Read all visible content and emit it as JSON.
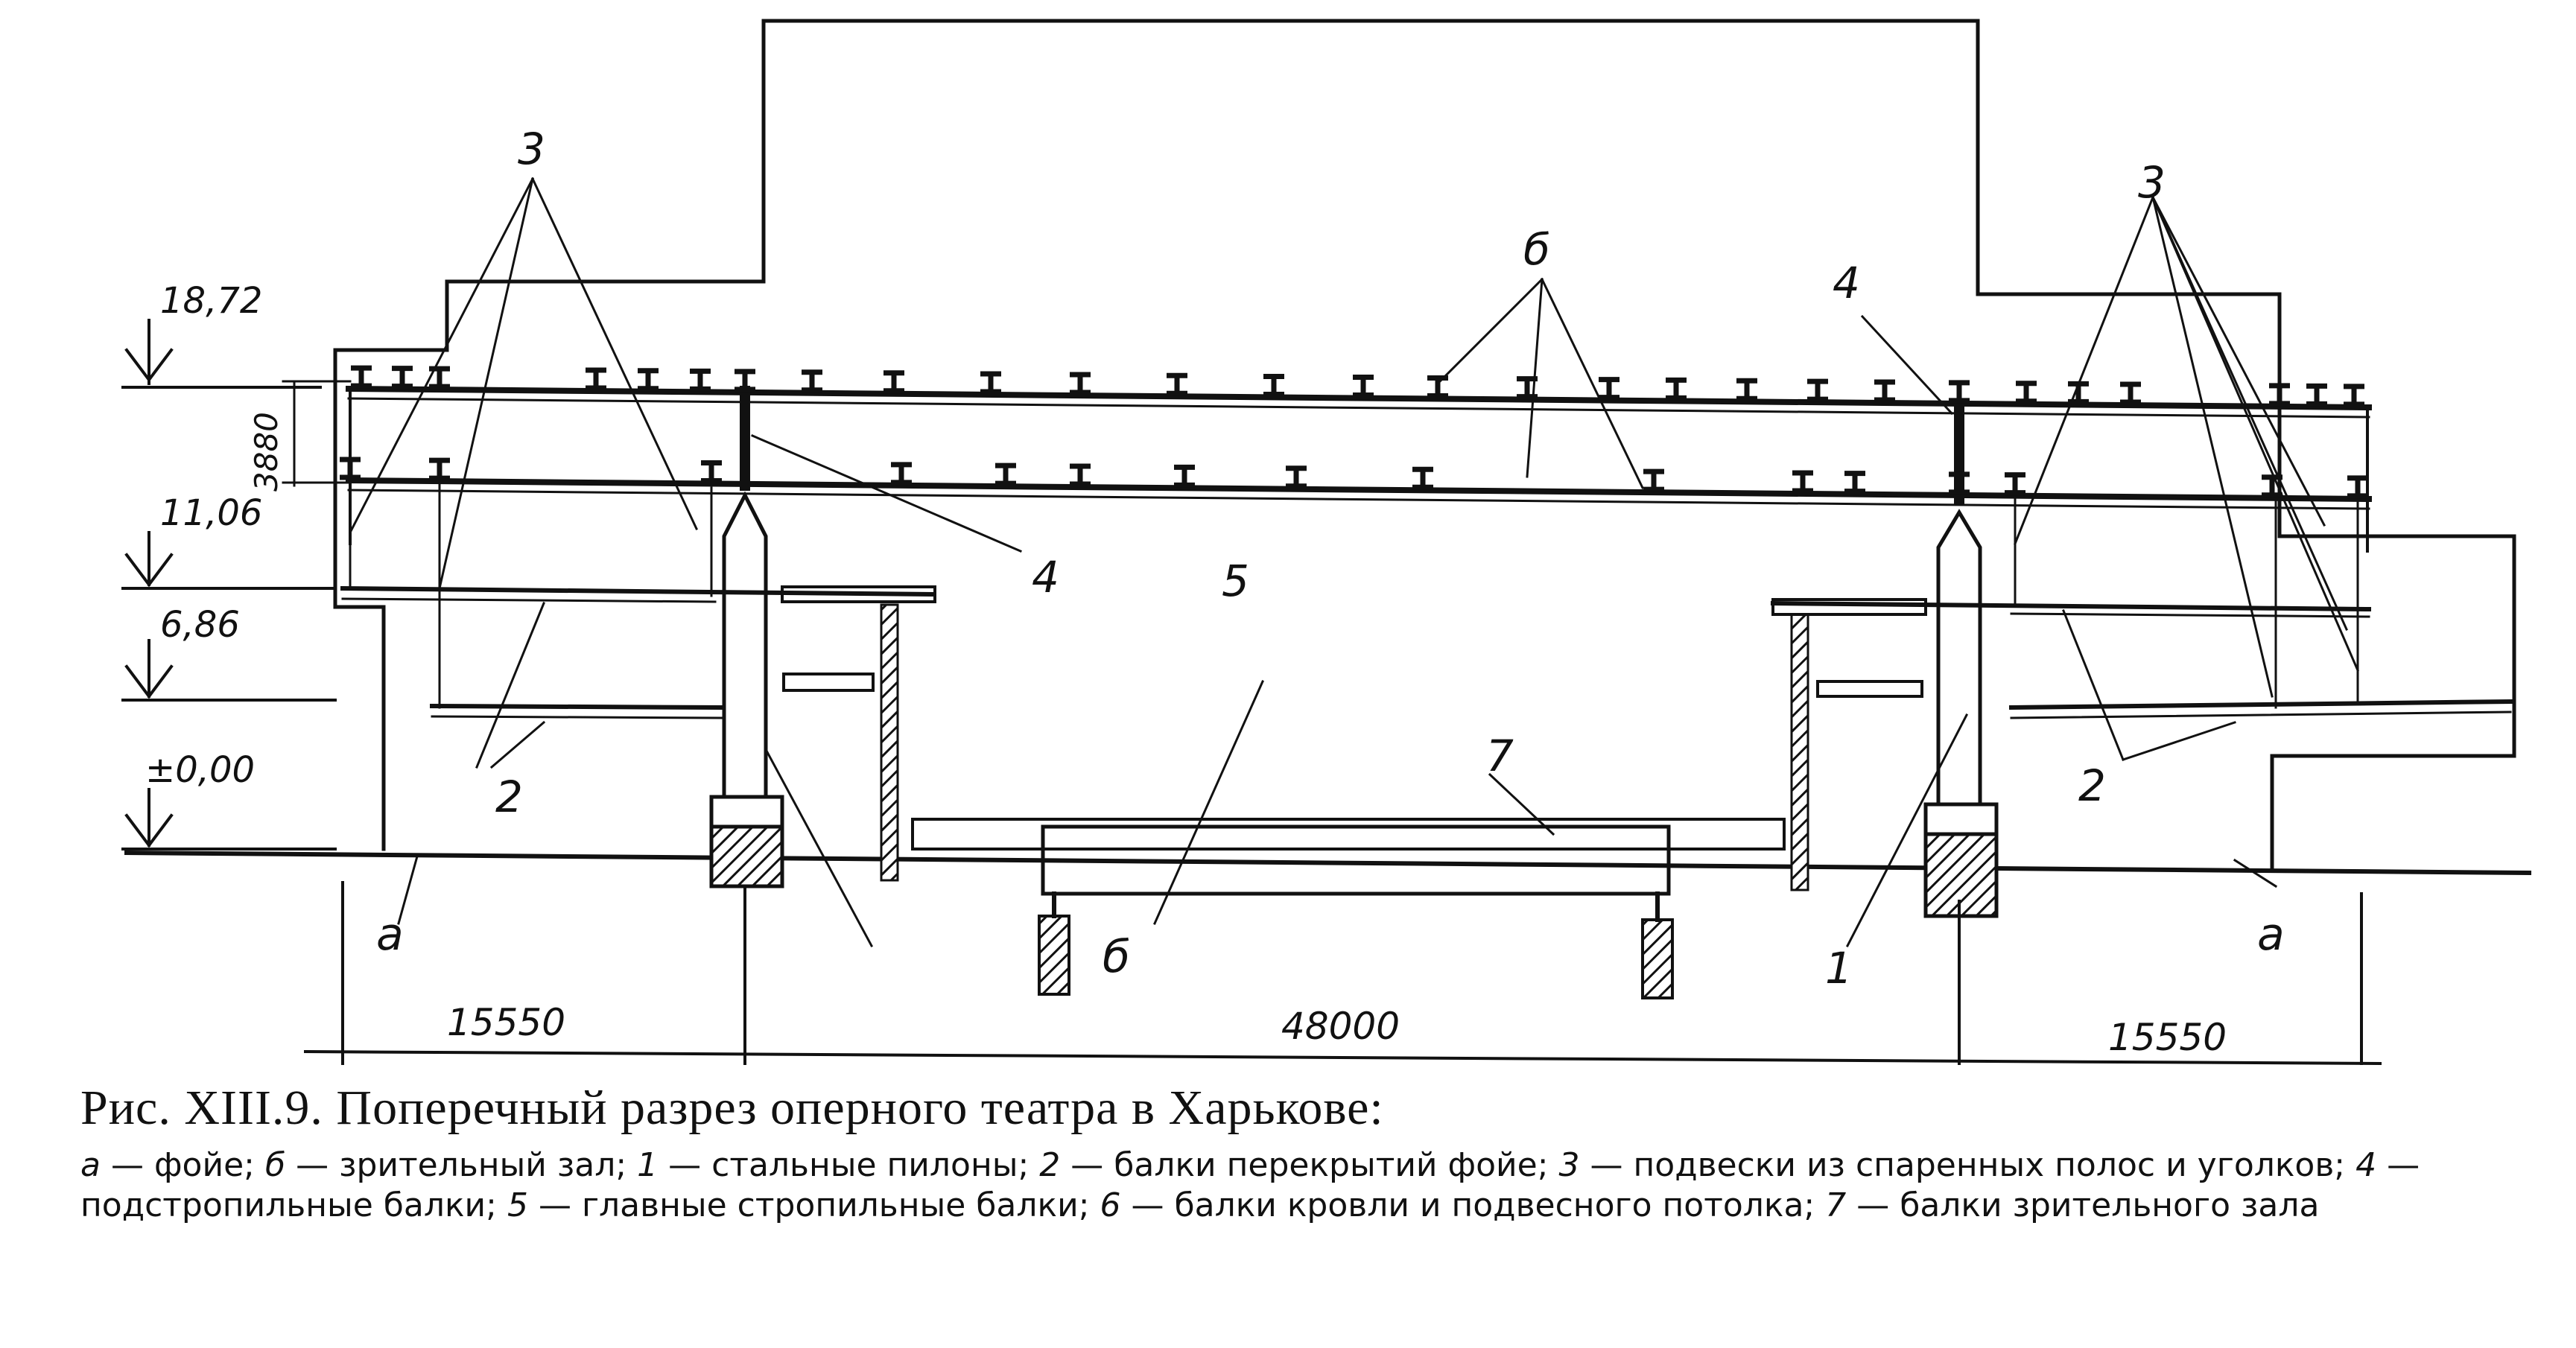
{
  "elevations": [
    "18,72",
    "11,06",
    "6,86",
    "±0,00"
  ],
  "truss_depth": "3880",
  "spans": [
    "15550",
    "48000",
    "15550"
  ],
  "callouts": {
    "n1": "1",
    "n2": "2",
    "n3": "3",
    "n4": "4",
    "n5": "5",
    "n6": "б",
    "n7": "7",
    "a": "а",
    "b": "б"
  },
  "caption": {
    "title": "Рис. XIII.9. Поперечный разрез оперного театра в Харькове:",
    "legend": [
      {
        "key": "а",
        "text": " — фойе; "
      },
      {
        "key": "б",
        "text": " — зрительный зал; "
      },
      {
        "key": "1",
        "text": " — стальные пилоны; "
      },
      {
        "key": "2",
        "text": " — балки перекрытий фойе; "
      },
      {
        "key": "3",
        "text": " — подвески из спаренных полос и уголков; "
      },
      {
        "key": "4",
        "text": " — подстропильные балки; "
      },
      {
        "key": "5",
        "text": " — главные стропильные балки; "
      },
      {
        "key": "6",
        "text": " — балки кровли и подвесного потолка; "
      },
      {
        "key": "7",
        "text": " — балки зрительного зала"
      }
    ]
  }
}
